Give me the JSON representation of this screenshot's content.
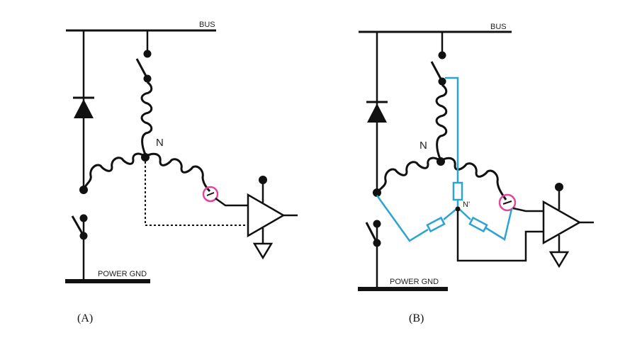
{
  "panels": [
    {
      "id": "A",
      "caption": "(A)",
      "bus_label": "BUS",
      "gnd_label": "POWER GND",
      "neutral_label": "N"
    },
    {
      "id": "B",
      "caption": "(B)",
      "bus_label": "BUS",
      "gnd_label": "POWER GND",
      "neutral_label": "N",
      "virtual_neutral_label": "N'"
    }
  ],
  "colors": {
    "wire": "#111111",
    "sense_network": "#2aa3d6",
    "sense_point": "#e0479b"
  }
}
